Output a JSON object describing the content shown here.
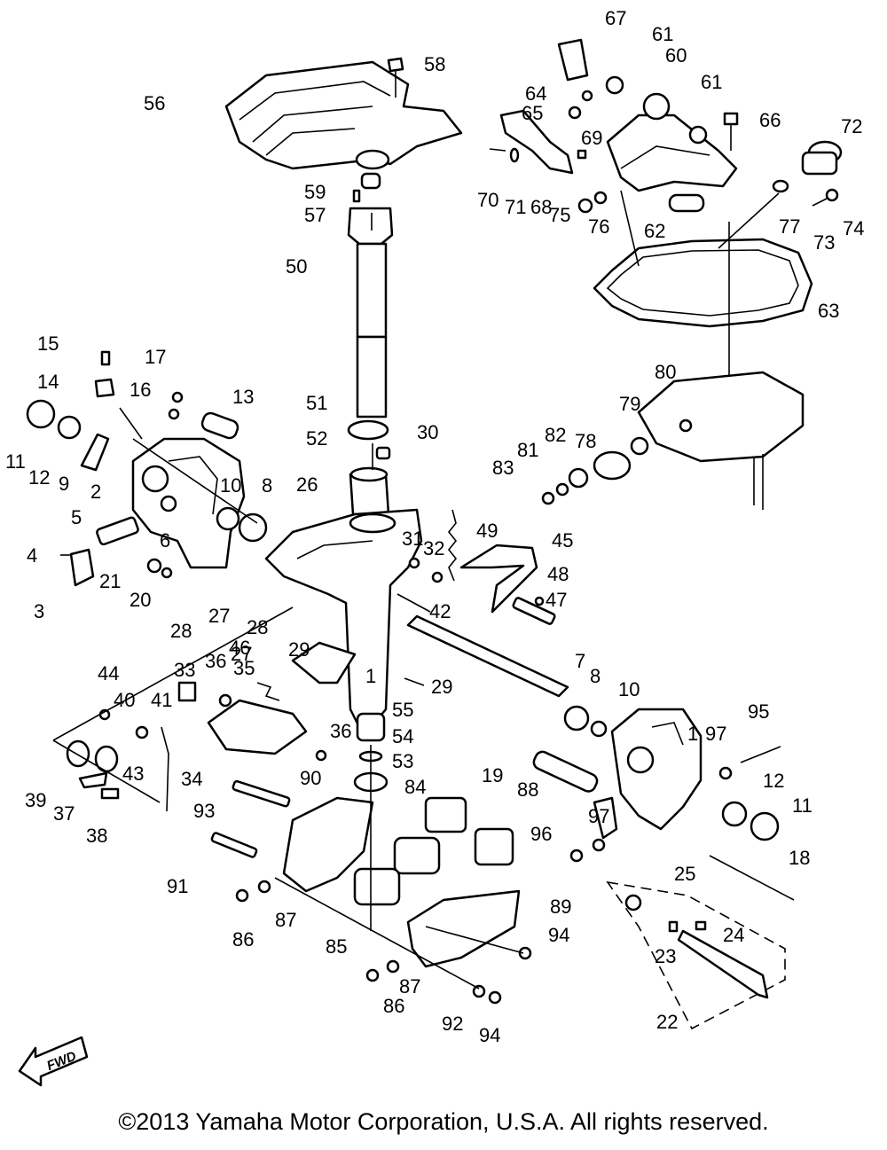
{
  "copyright": "©2013 Yamaha Motor Corporation, U.S.A. All rights reserved.",
  "fwd_label": "FWD",
  "labels": [
    "1",
    "1",
    "2",
    "3",
    "4",
    "5",
    "6",
    "7",
    "8",
    "8",
    "9",
    "10",
    "10",
    "11",
    "11",
    "12",
    "12",
    "13",
    "14",
    "15",
    "16",
    "17",
    "18",
    "19",
    "20",
    "21",
    "22",
    "23",
    "24",
    "25",
    "26",
    "27",
    "27",
    "28",
    "28",
    "29",
    "29",
    "30",
    "31",
    "32",
    "33",
    "34",
    "35",
    "36",
    "36",
    "37",
    "38",
    "39",
    "40",
    "41",
    "42",
    "43",
    "44",
    "45",
    "46",
    "47",
    "48",
    "49",
    "50",
    "51",
    "52",
    "53",
    "54",
    "55",
    "56",
    "57",
    "58",
    "59",
    "60",
    "61",
    "61",
    "62",
    "63",
    "64",
    "65",
    "66",
    "67",
    "68",
    "69",
    "70",
    "71",
    "72",
    "73",
    "74",
    "75",
    "76",
    "77",
    "78",
    "79",
    "80",
    "81",
    "82",
    "83",
    "84",
    "85",
    "86",
    "86",
    "87",
    "87",
    "88",
    "89",
    "90",
    "91",
    "92",
    "93",
    "94",
    "94",
    "95",
    "96",
    "97",
    "97"
  ]
}
